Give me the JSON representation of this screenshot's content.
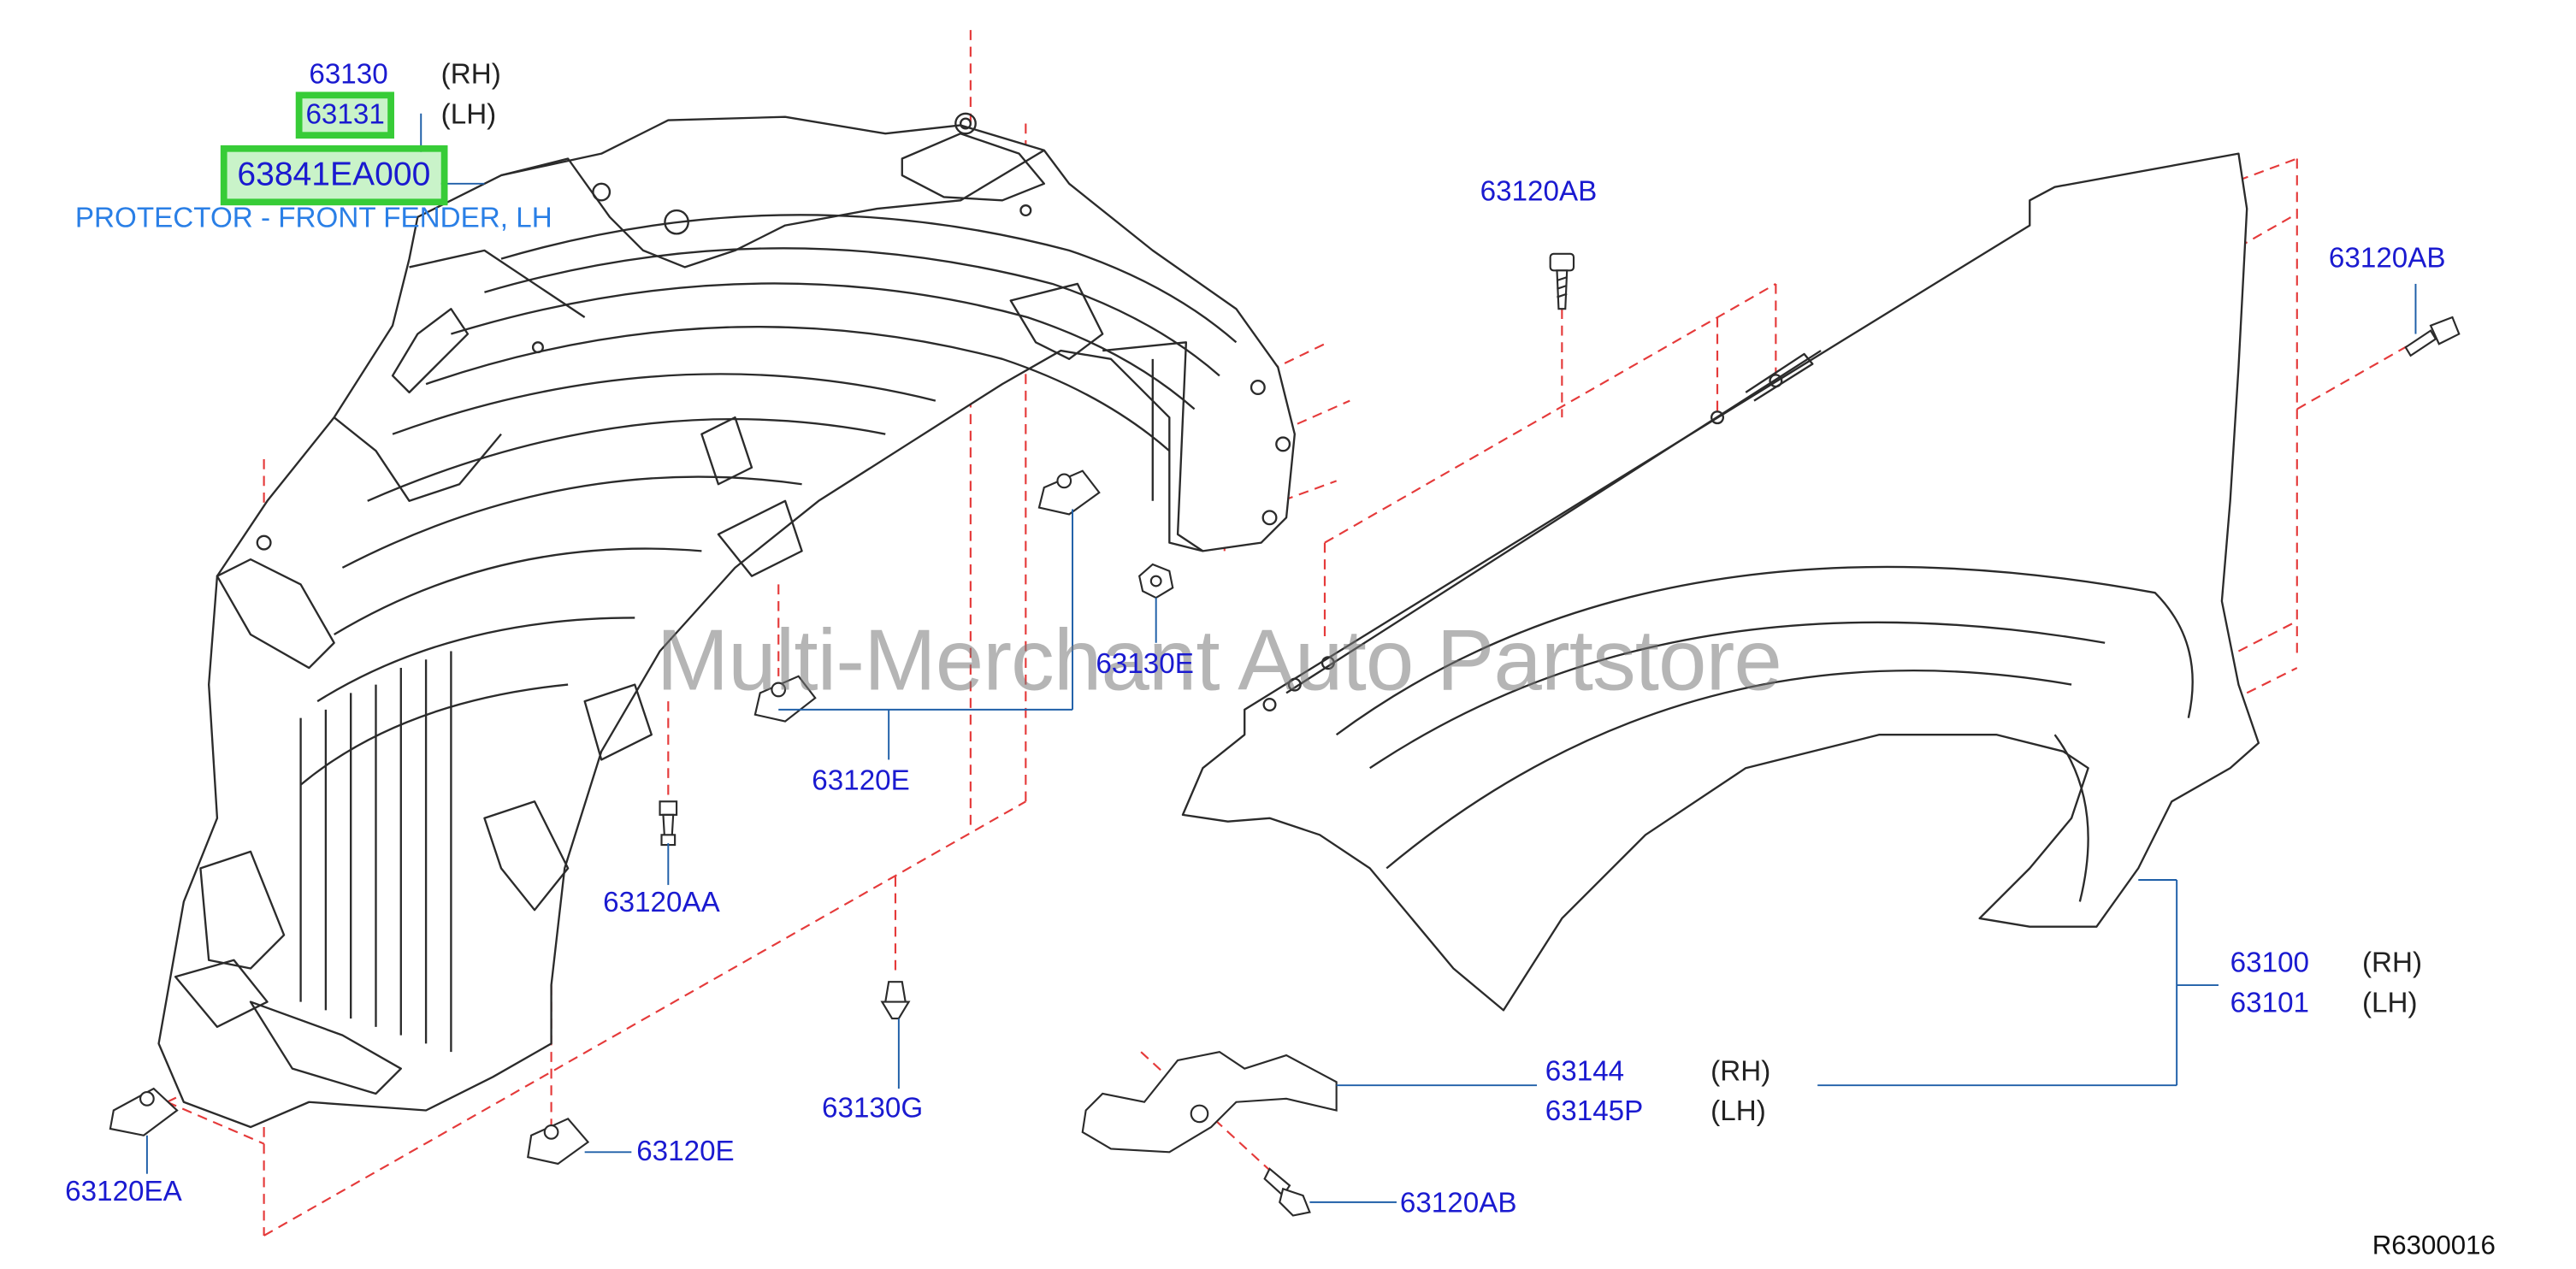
{
  "watermark": "Multi-Merchant Auto Partstore",
  "diagram_ref": "R6300016",
  "colors": {
    "label": "#1a1ad0",
    "leader": "#1f5fa8",
    "dashed": "#e53a3a",
    "highlight_border": "#37cc37",
    "highlight_fill": "#c9f3c9",
    "description": "#2a7fe6"
  },
  "callouts": {
    "p63130": {
      "num": "63130",
      "side": "(RH)"
    },
    "p63131": {
      "num": "63131",
      "side": "(LH)"
    },
    "p63841": {
      "num": "63841EA000",
      "desc": "PROTECTOR - FRONT FENDER, LH"
    },
    "p63120AB_top": {
      "num": "63120AB"
    },
    "p63120AB_right": {
      "num": "63120AB"
    },
    "p63130E": {
      "num": "63130E"
    },
    "p63120E_mid": {
      "num": "63120E"
    },
    "p63120AA": {
      "num": "63120AA"
    },
    "p63130G": {
      "num": "63130G"
    },
    "p63120E_bottom": {
      "num": "63120E"
    },
    "p63120EA": {
      "num": "63120EA"
    },
    "p63100": {
      "num": "63100",
      "side": "(RH)"
    },
    "p63101": {
      "num": "63101",
      "side": "(LH)"
    },
    "p63144": {
      "num": "63144",
      "side": "(RH)"
    },
    "p63145P": {
      "num": "63145P",
      "side": "(LH)"
    },
    "p63120AB_bottom": {
      "num": "63120AB"
    }
  }
}
